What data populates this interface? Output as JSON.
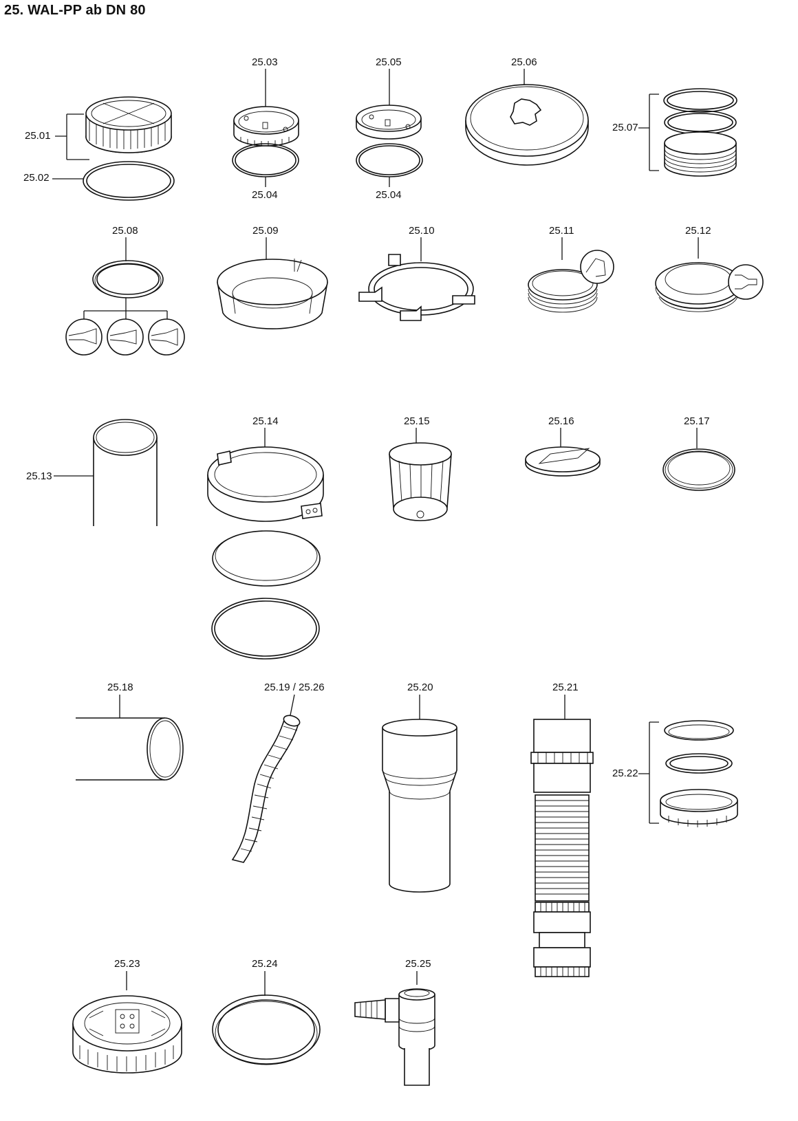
{
  "title": "25. WAL-PP ab DN 80",
  "labels": {
    "p2501": "25.01",
    "p2502": "25.02",
    "p2503": "25.03",
    "p2504a": "25.04",
    "p2505": "25.05",
    "p2504b": "25.04",
    "p2506": "25.06",
    "p2507": "25.07",
    "p2508": "25.08",
    "p2509": "25.09",
    "p2510": "25.10",
    "p2511": "25.11",
    "p2512": "25.12",
    "p2513": "25.13",
    "p2514": "25.14",
    "p2515": "25.15",
    "p2516": "25.16",
    "p2517": "25.17",
    "p2518": "25.18",
    "p2519": "25.19 / 25.26",
    "p2520": "25.20",
    "p2521": "25.21",
    "p2522": "25.22",
    "p2523": "25.23",
    "p2524": "25.24",
    "p2525": "25.25"
  }
}
